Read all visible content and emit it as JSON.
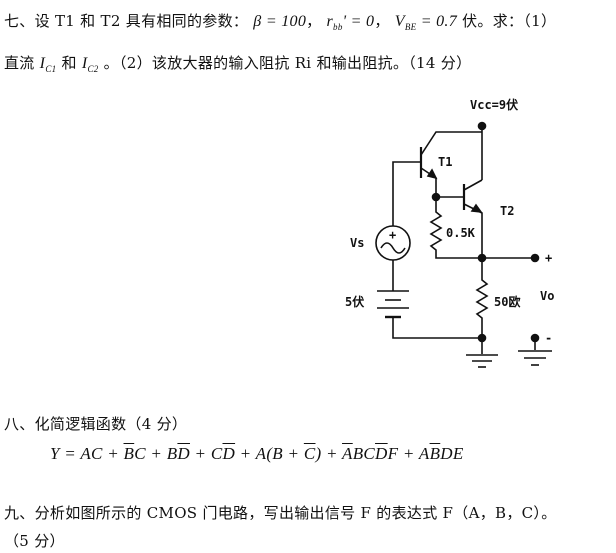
{
  "q7": {
    "prefix": "七、设 T1 和 T2 具有相同的参数：",
    "beta": "β = 100",
    "rbb": "r",
    "rbb_sub": "bb",
    "rbb_val": "' = 0",
    "vbe": "V",
    "vbe_sub": "BE",
    "vbe_val": " = 0.7",
    "suffix": " 伏。求：（1）",
    "line2_a": "直流 ",
    "ic": "I",
    "ic1_sub": "C1",
    "and": " 和 ",
    "ic2_sub": "C2",
    "line2_b": " 。（2）该放大器的输入阻抗 Ri 和输出阻抗。（14 分）"
  },
  "circuit": {
    "vcc": "Vcc=9伏",
    "t1": "T1",
    "t2": "T2",
    "vs": "Vs",
    "vs_plus": "+",
    "r1": "0.5K",
    "battery": "5伏",
    "r2": "50欧",
    "out_plus": "+",
    "out_minus": "-",
    "vo": "Vo"
  },
  "q8": {
    "title": "八、化简逻辑函数（4 分）",
    "formula": [
      {
        "t": "Y = AC + "
      },
      {
        "t": "B",
        "bar": true
      },
      {
        "t": "C + B"
      },
      {
        "t": "D",
        "bar": true
      },
      {
        "t": " + C"
      },
      {
        "t": "D",
        "bar": true
      },
      {
        "t": " + A(B + "
      },
      {
        "t": "C",
        "bar": true
      },
      {
        "t": ") + "
      },
      {
        "t": "A",
        "bar": true
      },
      {
        "t": "BC"
      },
      {
        "t": "D",
        "bar": true
      },
      {
        "t": "F + A"
      },
      {
        "t": "B",
        "bar": true
      },
      {
        "t": "DE"
      }
    ]
  },
  "q9": {
    "line1": "九、分析如图所示的 CMOS 门电路，写出输出信号 F 的表达式 F（A，B，C）。",
    "line2": "（5 分）"
  }
}
